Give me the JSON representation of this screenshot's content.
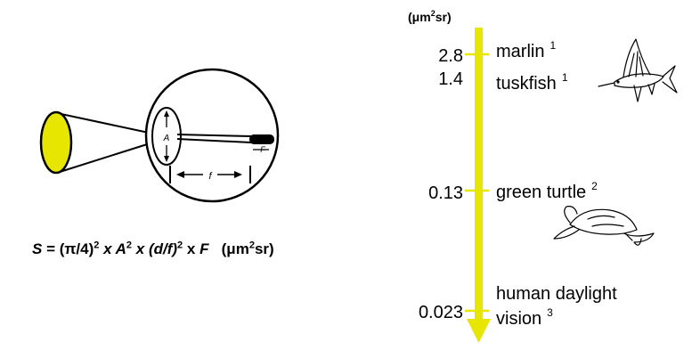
{
  "eye_diagram": {
    "aperture_label": "A",
    "focal_label": "f",
    "detector_label": "F"
  },
  "formula": {
    "s": "S",
    "eq": " = (π/4)",
    "sq1": "2",
    "x1": " x ",
    "a": "A",
    "sq2": "2",
    "x2": " x ",
    "ratio": "(d/f)",
    "sq3": "2",
    "x3": " x ",
    "f": "F",
    "units_open": "   (μm",
    "units_sq": "2",
    "units_close": "sr)"
  },
  "scale": {
    "unit_prefix": "(μm",
    "unit_sup": "2",
    "unit_suffix": "sr)",
    "axis_color": "#e6e600",
    "entries": [
      {
        "value": "2.8",
        "label": "marlin",
        "ref": "1"
      },
      {
        "value": "1.4",
        "label": "tuskfish",
        "ref": "1"
      },
      {
        "value": "0.13",
        "label": "green turtle",
        "ref": "2"
      },
      {
        "value": "0.023",
        "label": "human daylight",
        "label2": "vision",
        "ref": "3"
      }
    ]
  }
}
